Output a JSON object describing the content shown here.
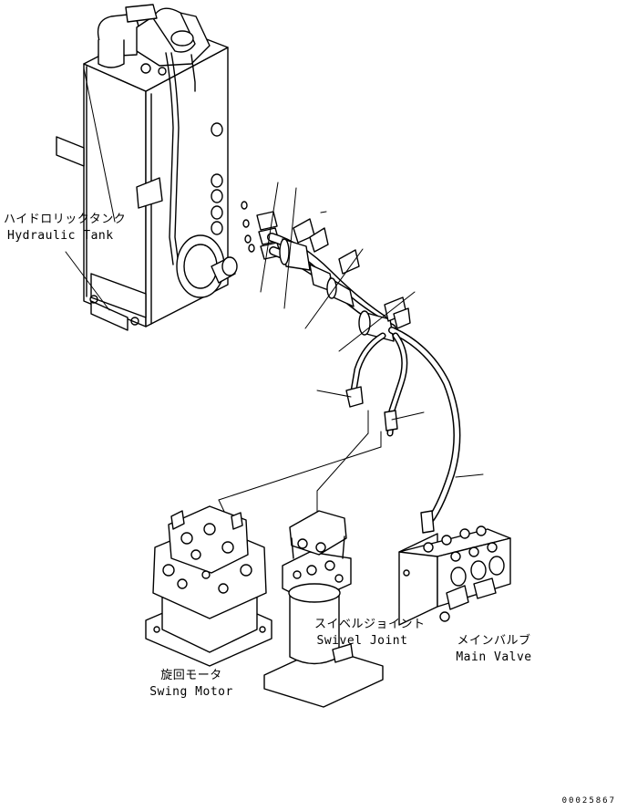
{
  "labels": {
    "hydraulic_tank": {
      "jp": "ハイドロリックタンク",
      "en": "Hydraulic Tank"
    },
    "swing_motor": {
      "jp": "旋回モータ",
      "en": "Swing Motor"
    },
    "swivel_joint": {
      "jp": "スイベルジョイント",
      "en": "Swivel Joint"
    },
    "main_valve": {
      "jp": "メインバルブ",
      "en": "Main Valve"
    }
  },
  "document_number": "00025867"
}
